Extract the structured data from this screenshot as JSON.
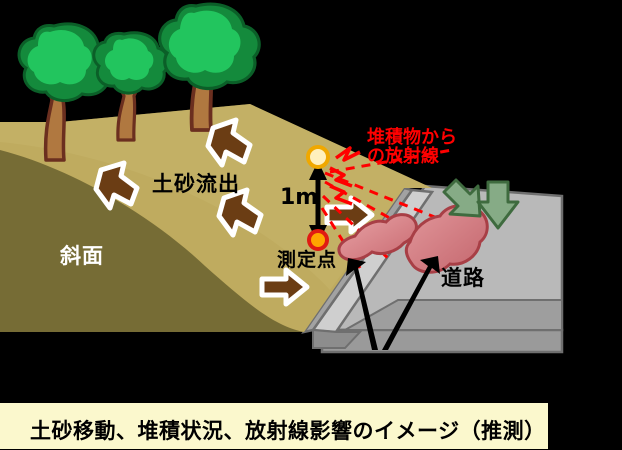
{
  "figure": {
    "title_caption": "土砂移動、堆積状況、放射線影響のイメージ（推測）",
    "background_color": "#000000"
  },
  "labels": {
    "sediment_runoff": "土砂流出",
    "slope": "斜面",
    "measurement_height": "1m",
    "measurement_point": "測定点",
    "road": "道路",
    "radiation_line1": "堆積物から",
    "radiation_line2": "の放射線"
  },
  "colors": {
    "ground_top": "#bfab5f",
    "ground_side": "#766c35",
    "ground_highlight": "#c6b469",
    "tree_foliage_light": "#22c55e",
    "tree_foliage_dark": "#148a3c",
    "tree_trunk": "#b07840",
    "tree_trunk_outline": "#6b2f1f",
    "brown_arrow": "#6b3d14",
    "arrow_outline": "#ffffff",
    "road_surface": "#b0b0b0",
    "road_shadow": "#8a8a8a",
    "road_edge": "#707070",
    "sediment_pile": "#d9868a",
    "sediment_pile_outline": "#a83f46",
    "green_arrow": "#86ab86",
    "green_arrow_outline": "#3f6b3f",
    "radiation_red": "#ff0000",
    "caption_bg": "#fbf8cd",
    "dose_point_top": "#ffe9a8",
    "dose_point_top_ring": "#f0a800",
    "dose_point_bottom": "#ffa400",
    "dose_point_bottom_ring": "#e01a12"
  },
  "scene_elements": {
    "trees_count": 3,
    "brown_arrows_count": 5,
    "green_arrows_count": 2,
    "sediment_piles_count": 2,
    "pointer_arrows_count": 2,
    "radiation_rays_count": 4
  }
}
